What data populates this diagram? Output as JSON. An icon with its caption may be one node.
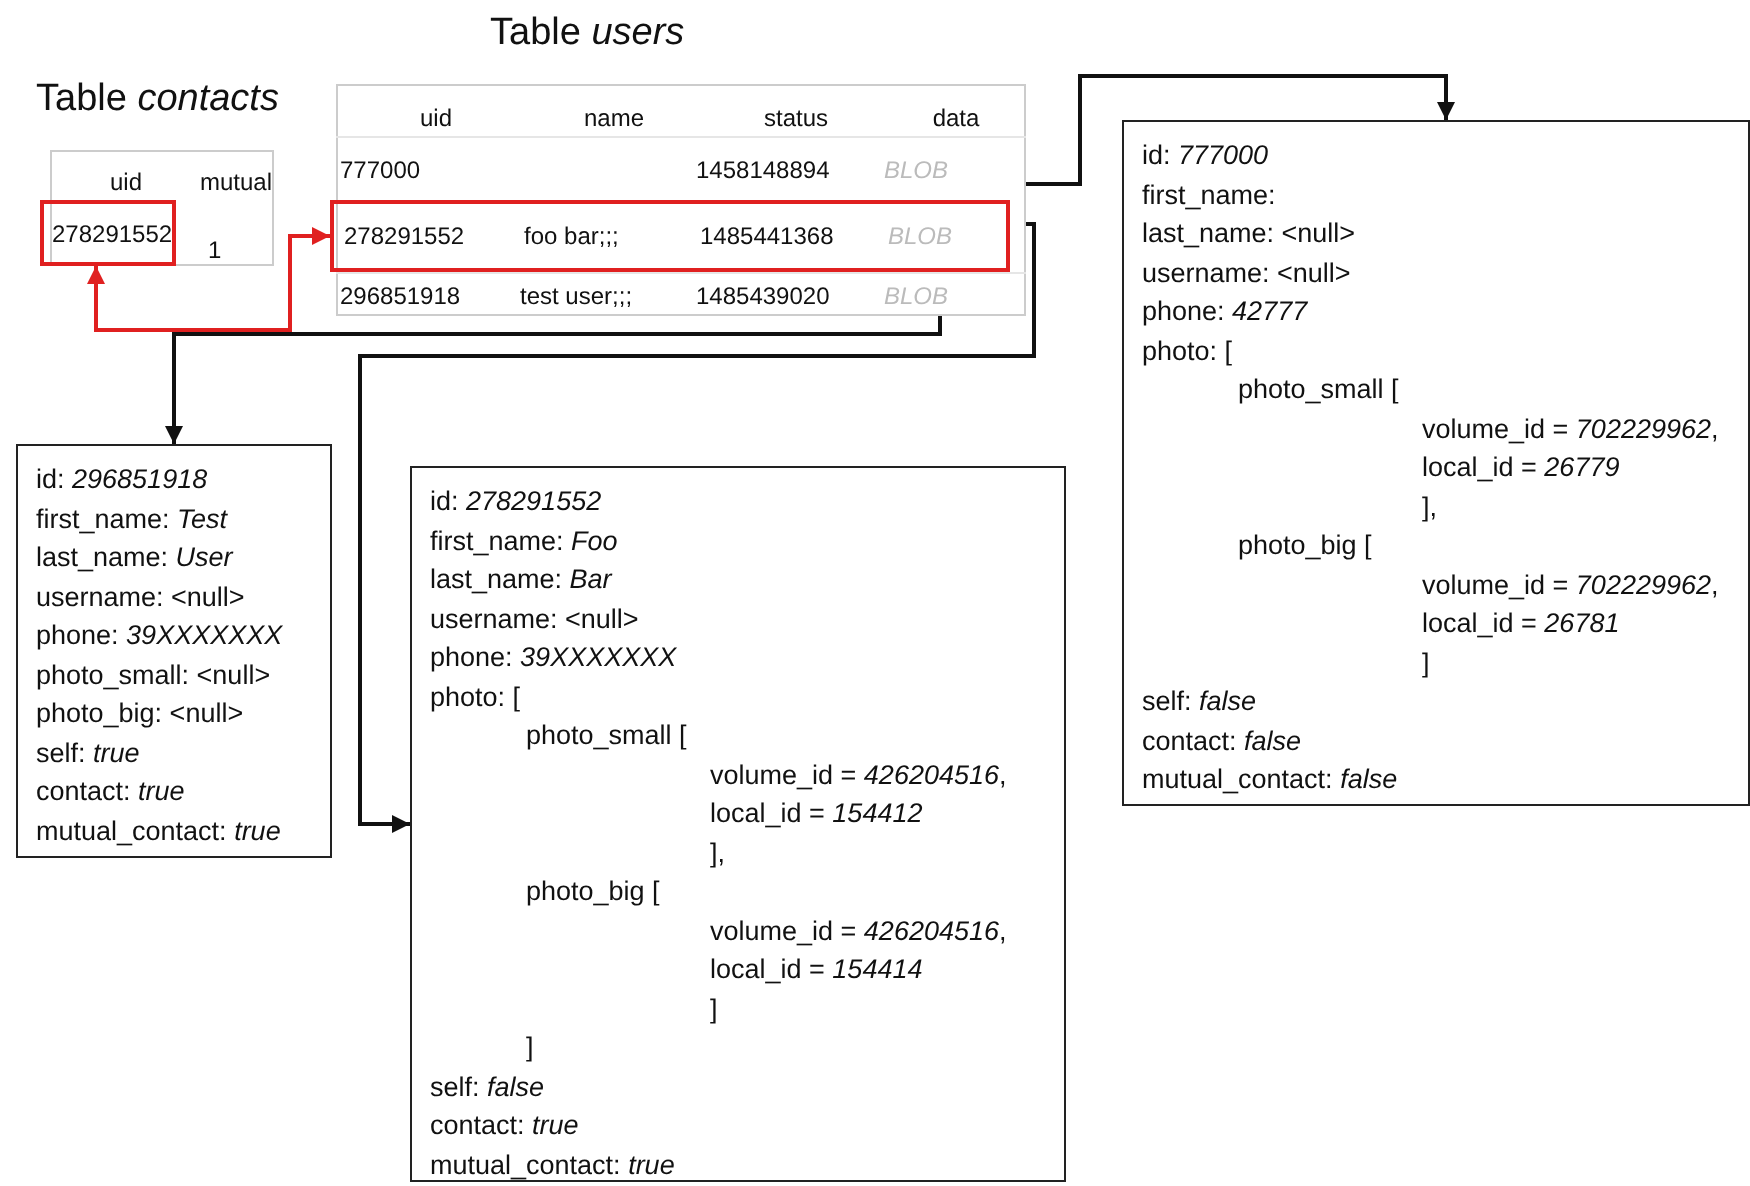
{
  "diagram": {
    "nodes": [
      {
        "text": [
          "Table *contacts*",
          "uid",
          "mutual",
          "1"
        ]
      },
      {
        "text": [
          "278291552"
        ],
        "in": 0
      },
      {
        "text": [
          "Table *users*",
          "uid",
          "name",
          "status",
          "data"
        ]
      },
      {
        "text": [
          "777000",
          "1458148894",
          "BLOB"
        ],
        "in": 2
      },
      {
        "text": [
          "278291552",
          "foo bar;;;",
          "1485441368",
          "BLOB"
        ],
        "in": 2
      },
      {
        "text": [
          "296851918",
          "test user;;;",
          "1485439020",
          "BLOB"
        ],
        "in": 2
      },
      {
        "text": [
          "id: *296851918*",
          "first_name: *Test*",
          "last_name: *User*",
          "username: <null>",
          "phone: *39XXXXXXX*",
          "photo_small: <null>",
          "photo_big: <null>",
          "self: *true*",
          "contact: *true*",
          "mutual_contact: *true*"
        ]
      },
      {
        "text": [
          "id: *278291552*",
          "first_name: *Foo*",
          "last_name: *Bar*",
          "username: <null>",
          "phone: *39XXXXXXX*",
          "photo: [",
          "photo_small [",
          "volume_id = *426204516*,",
          "local_id = *154412*",
          "],",
          "photo_big [",
          "volume_id = *426204516*,",
          "local_id = *154414*",
          "]",
          "]",
          "self: *false*",
          "contact: *true*",
          "mutual_contact: *true*"
        ]
      },
      {
        "text": [
          "id: *777000*",
          "first_name:",
          "last_name: <null>",
          "username: <null>",
          "phone: *42777*",
          "photo: [",
          "photo_small [",
          "volume_id = *702229962*,",
          "local_id = *26779*",
          "],",
          "photo_big [",
          "volume_id = *702229962*,",
          "local_id = *26781*",
          "]",
          "self: *false*",
          "contact: *false*",
          "mutual_contact: *false*"
        ]
      }
    ],
    "edges": [
      {
        "from": 4,
        "to": 1,
        "arrow": "both",
        "color": "#e02020"
      },
      {
        "from": 5,
        "to": 6,
        "arrow": "to"
      },
      {
        "from": 4,
        "to": 7,
        "arrow": "to"
      },
      {
        "from": 3,
        "to": 8,
        "arrow": "to"
      }
    ]
  }
}
